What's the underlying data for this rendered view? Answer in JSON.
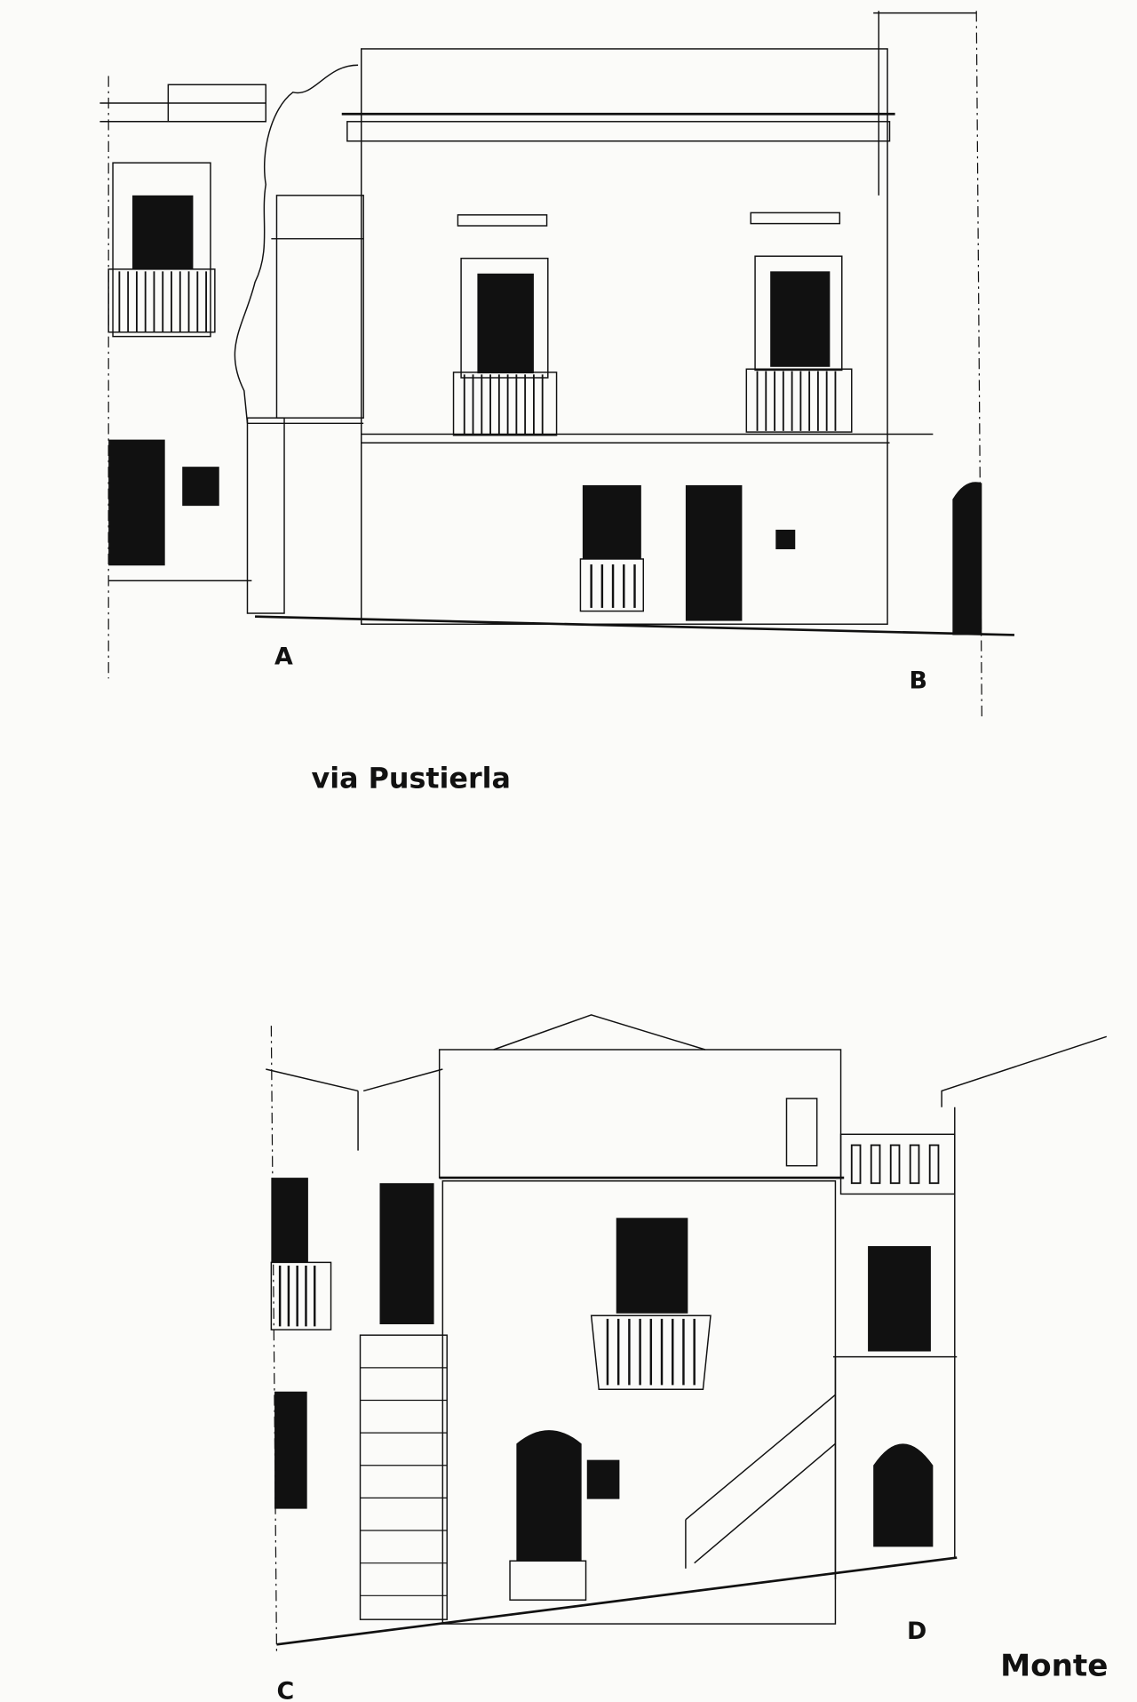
{
  "top_elevation": {
    "label_left": "A",
    "label_right": "B",
    "street_name": "via Pustierla"
  },
  "bottom_elevation": {
    "label_left": "C",
    "label_right": "D",
    "street_name": "Monte"
  }
}
